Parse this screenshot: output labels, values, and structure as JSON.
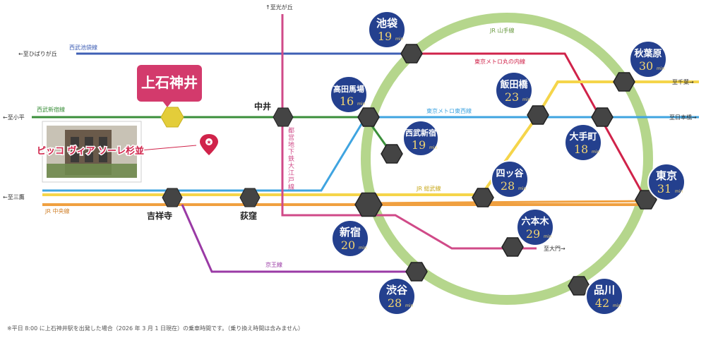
{
  "lines": {
    "seibu_ikebukuro": {
      "name": "西武池袋線",
      "color": "#3f5fb5"
    },
    "seibu_shinjuku": {
      "name": "西武新宿線",
      "color": "#3a8f3a"
    },
    "jr_chuo": {
      "name": "JR 中央線",
      "color": "#f0a040"
    },
    "jr_sobu": {
      "name": "JR 総武線",
      "color": "#f5d54a"
    },
    "jr_yamanote": {
      "name": "JR 山手線",
      "color": "#a8cf78"
    },
    "marunouchi": {
      "name": "東京メトロ丸の内線",
      "color": "#d0234a"
    },
    "tozai": {
      "name": "東京メトロ東西線",
      "color": "#3fa4e0"
    },
    "oedo": {
      "name": "都営地下鉄大江戸線",
      "color": "#d04a88"
    },
    "keio": {
      "name": "京王線",
      "color": "#9a3aa5"
    }
  },
  "directions": {
    "hibarigaoka": "←至ひばりが丘",
    "kodaira": "←至小平",
    "mitaka": "←至三鷹",
    "hikarigaoka": "↑至光が丘",
    "chiba": "至千葉→",
    "nihonbashi": "至日本橋→",
    "daimon": "至大門→"
  },
  "home": {
    "station": "上石神井",
    "property": "ピッコ ヴィア ソーレ杉並"
  },
  "plain_stations": {
    "nakai": "中井",
    "kichijoji": "吉祥寺",
    "ogikubo": "荻窪"
  },
  "unit": "min",
  "stations": [
    {
      "id": "ikebukuro",
      "name": "池袋",
      "min": "19"
    },
    {
      "id": "takadanobaba",
      "name": "高田馬場",
      "min": "16"
    },
    {
      "id": "seibushinjuku",
      "name": "西武新宿",
      "min": "19"
    },
    {
      "id": "iidabashi",
      "name": "飯田橋",
      "min": "23"
    },
    {
      "id": "akihabara",
      "name": "秋葉原",
      "min": "30"
    },
    {
      "id": "otemachi",
      "name": "大手町",
      "min": "18"
    },
    {
      "id": "yotsuya",
      "name": "四ッ谷",
      "min": "28"
    },
    {
      "id": "tokyo",
      "name": "東京",
      "min": "31"
    },
    {
      "id": "shinjuku",
      "name": "新宿",
      "min": "20"
    },
    {
      "id": "roppongi",
      "name": "六本木",
      "min": "29"
    },
    {
      "id": "shibuya",
      "name": "渋谷",
      "min": "28"
    },
    {
      "id": "shinagawa",
      "name": "品川",
      "min": "42"
    }
  ],
  "footnote": "※平日 8:00 に上石神井駅を出発した場合（2026 年 3 月 1 日現在）の乗車時間です。（乗り換え時間は含みません）"
}
